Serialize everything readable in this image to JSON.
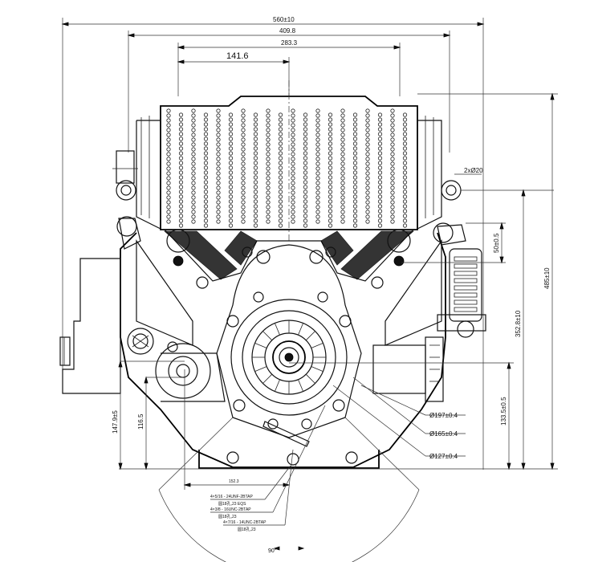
{
  "dimensions": {
    "overall_width": "560±10",
    "width_409": "409.8",
    "width_283": "283.3",
    "width_141": "141.6",
    "hole_pair": "2xØ20",
    "dim_50": "50±0.5",
    "height_485": "485±10",
    "height_352": "352.8±10",
    "height_133": "133.5±0.5",
    "height_147": "147.9±5",
    "height_116": "116.5",
    "bottom_152": "152.3",
    "dia_197": "Ø197±0.4",
    "dia_165": "Ø165±0.4",
    "dia_127": "Ø127±0.4",
    "angle_90": "90°"
  },
  "notes": {
    "n1": "4×5/16 - 24UNF-2BTAP",
    "n2": "圆18孔,23 EQS",
    "n3": "4×3/8 - 16UNC-2BTAP",
    "n4": "圆18孔,23",
    "n5": "4×7/16 - 14UNC-2BTAP",
    "n6": "圆18孔,23"
  }
}
